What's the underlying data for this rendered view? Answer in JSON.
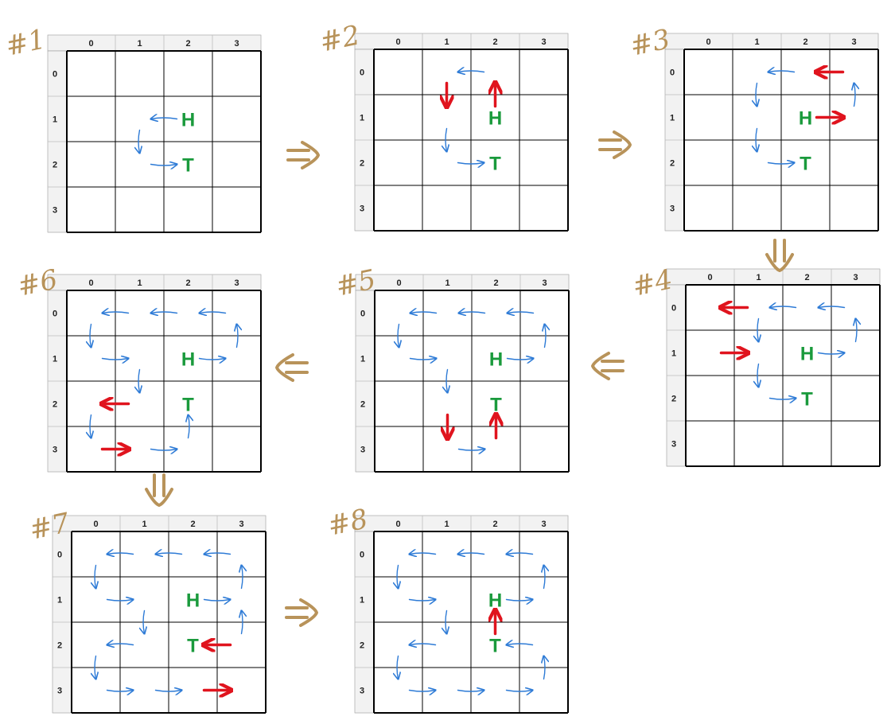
{
  "colors": {
    "blue": "#2e7bd6",
    "red": "#e0141e",
    "green": "#1a9a3c",
    "gold": "#b8935a",
    "grid": "#000000"
  },
  "header_labels": [
    "0",
    "1",
    "2",
    "3"
  ],
  "row_labels": [
    "0",
    "1",
    "2",
    "3"
  ],
  "panels": [
    {
      "label": "#1",
      "head": {
        "row": 1,
        "col": 2
      },
      "tail": {
        "row": 2,
        "col": 2
      },
      "blue_moves": [
        {
          "from": [
            1,
            2
          ],
          "to": [
            1,
            1
          ]
        },
        {
          "from": [
            1,
            1
          ],
          "to": [
            2,
            1
          ]
        },
        {
          "from": [
            2,
            1
          ],
          "to": [
            2,
            2
          ]
        }
      ],
      "red_moves": []
    },
    {
      "label": "#2",
      "head": {
        "row": 1,
        "col": 2
      },
      "tail": {
        "row": 2,
        "col": 2
      },
      "blue_moves": [
        {
          "from": [
            0,
            2
          ],
          "to": [
            0,
            1
          ]
        },
        {
          "from": [
            1,
            1
          ],
          "to": [
            2,
            1
          ]
        },
        {
          "from": [
            2,
            1
          ],
          "to": [
            2,
            2
          ]
        }
      ],
      "red_moves": [
        {
          "from": [
            1,
            2
          ],
          "to": [
            0,
            2
          ]
        },
        {
          "from": [
            0,
            1
          ],
          "to": [
            1,
            1
          ]
        }
      ]
    },
    {
      "label": "#3",
      "head": {
        "row": 1,
        "col": 2
      },
      "tail": {
        "row": 2,
        "col": 2
      },
      "blue_moves": [
        {
          "from": [
            0,
            2
          ],
          "to": [
            0,
            1
          ]
        },
        {
          "from": [
            0,
            1
          ],
          "to": [
            1,
            1
          ]
        },
        {
          "from": [
            1,
            1
          ],
          "to": [
            2,
            1
          ]
        },
        {
          "from": [
            2,
            1
          ],
          "to": [
            2,
            2
          ]
        },
        {
          "from": [
            1,
            3
          ],
          "to": [
            0,
            3
          ]
        }
      ],
      "red_moves": [
        {
          "from": [
            1,
            2
          ],
          "to": [
            1,
            3
          ]
        },
        {
          "from": [
            0,
            3
          ],
          "to": [
            0,
            2
          ]
        }
      ]
    },
    {
      "label": "#4",
      "head": {
        "row": 1,
        "col": 2
      },
      "tail": {
        "row": 2,
        "col": 2
      },
      "blue_moves": [
        {
          "from": [
            0,
            2
          ],
          "to": [
            0,
            1
          ]
        },
        {
          "from": [
            0,
            3
          ],
          "to": [
            0,
            2
          ]
        },
        {
          "from": [
            1,
            3
          ],
          "to": [
            0,
            3
          ]
        },
        {
          "from": [
            1,
            2
          ],
          "to": [
            1,
            3
          ]
        },
        {
          "from": [
            0,
            1
          ],
          "to": [
            1,
            1
          ]
        },
        {
          "from": [
            1,
            1
          ],
          "to": [
            2,
            1
          ]
        },
        {
          "from": [
            2,
            1
          ],
          "to": [
            2,
            2
          ]
        }
      ],
      "red_moves": [
        {
          "from": [
            0,
            1
          ],
          "to": [
            0,
            0
          ]
        },
        {
          "from": [
            1,
            0
          ],
          "to": [
            1,
            1
          ]
        }
      ]
    },
    {
      "label": "#5",
      "head": {
        "row": 1,
        "col": 2
      },
      "tail": {
        "row": 2,
        "col": 2
      },
      "blue_moves": [
        {
          "from": [
            0,
            1
          ],
          "to": [
            0,
            0
          ]
        },
        {
          "from": [
            0,
            2
          ],
          "to": [
            0,
            1
          ]
        },
        {
          "from": [
            0,
            3
          ],
          "to": [
            0,
            2
          ]
        },
        {
          "from": [
            1,
            3
          ],
          "to": [
            0,
            3
          ]
        },
        {
          "from": [
            1,
            2
          ],
          "to": [
            1,
            3
          ]
        },
        {
          "from": [
            0,
            0
          ],
          "to": [
            1,
            0
          ]
        },
        {
          "from": [
            1,
            0
          ],
          "to": [
            1,
            1
          ]
        },
        {
          "from": [
            1,
            1
          ],
          "to": [
            2,
            1
          ]
        },
        {
          "from": [
            3,
            1
          ],
          "to": [
            3,
            2
          ]
        }
      ],
      "red_moves": [
        {
          "from": [
            2,
            1
          ],
          "to": [
            3,
            1
          ]
        },
        {
          "from": [
            3,
            2
          ],
          "to": [
            2,
            2
          ]
        }
      ]
    },
    {
      "label": "#6",
      "head": {
        "row": 1,
        "col": 2
      },
      "tail": {
        "row": 2,
        "col": 2
      },
      "blue_moves": [
        {
          "from": [
            0,
            1
          ],
          "to": [
            0,
            0
          ]
        },
        {
          "from": [
            0,
            2
          ],
          "to": [
            0,
            1
          ]
        },
        {
          "from": [
            0,
            3
          ],
          "to": [
            0,
            2
          ]
        },
        {
          "from": [
            1,
            3
          ],
          "to": [
            0,
            3
          ]
        },
        {
          "from": [
            1,
            2
          ],
          "to": [
            1,
            3
          ]
        },
        {
          "from": [
            0,
            0
          ],
          "to": [
            1,
            0
          ]
        },
        {
          "from": [
            1,
            0
          ],
          "to": [
            1,
            1
          ]
        },
        {
          "from": [
            1,
            1
          ],
          "to": [
            2,
            1
          ]
        },
        {
          "from": [
            2,
            0
          ],
          "to": [
            3,
            0
          ]
        },
        {
          "from": [
            3,
            1
          ],
          "to": [
            3,
            2
          ]
        },
        {
          "from": [
            3,
            2
          ],
          "to": [
            2,
            2
          ]
        }
      ],
      "red_moves": [
        {
          "from": [
            2,
            1
          ],
          "to": [
            2,
            0
          ]
        },
        {
          "from": [
            3,
            0
          ],
          "to": [
            3,
            1
          ]
        }
      ]
    },
    {
      "label": "#7",
      "head": {
        "row": 1,
        "col": 2
      },
      "tail": {
        "row": 2,
        "col": 2
      },
      "blue_moves": [
        {
          "from": [
            0,
            1
          ],
          "to": [
            0,
            0
          ]
        },
        {
          "from": [
            0,
            2
          ],
          "to": [
            0,
            1
          ]
        },
        {
          "from": [
            0,
            3
          ],
          "to": [
            0,
            2
          ]
        },
        {
          "from": [
            1,
            3
          ],
          "to": [
            0,
            3
          ]
        },
        {
          "from": [
            1,
            2
          ],
          "to": [
            1,
            3
          ]
        },
        {
          "from": [
            0,
            0
          ],
          "to": [
            1,
            0
          ]
        },
        {
          "from": [
            1,
            0
          ],
          "to": [
            1,
            1
          ]
        },
        {
          "from": [
            1,
            1
          ],
          "to": [
            2,
            1
          ]
        },
        {
          "from": [
            2,
            1
          ],
          "to": [
            2,
            0
          ]
        },
        {
          "from": [
            2,
            0
          ],
          "to": [
            3,
            0
          ]
        },
        {
          "from": [
            3,
            0
          ],
          "to": [
            3,
            1
          ]
        },
        {
          "from": [
            3,
            1
          ],
          "to": [
            3,
            2
          ]
        },
        {
          "from": [
            2,
            3
          ],
          "to": [
            1,
            3
          ]
        }
      ],
      "red_moves": [
        {
          "from": [
            3,
            2
          ],
          "to": [
            3,
            3
          ]
        },
        {
          "from": [
            2,
            3
          ],
          "to": [
            2,
            2
          ]
        }
      ]
    },
    {
      "label": "#8",
      "head": {
        "row": 1,
        "col": 2
      },
      "tail": {
        "row": 2,
        "col": 2
      },
      "blue_moves": [
        {
          "from": [
            0,
            1
          ],
          "to": [
            0,
            0
          ]
        },
        {
          "from": [
            0,
            2
          ],
          "to": [
            0,
            1
          ]
        },
        {
          "from": [
            0,
            3
          ],
          "to": [
            0,
            2
          ]
        },
        {
          "from": [
            1,
            3
          ],
          "to": [
            0,
            3
          ]
        },
        {
          "from": [
            1,
            2
          ],
          "to": [
            1,
            3
          ]
        },
        {
          "from": [
            0,
            0
          ],
          "to": [
            1,
            0
          ]
        },
        {
          "from": [
            1,
            0
          ],
          "to": [
            1,
            1
          ]
        },
        {
          "from": [
            1,
            1
          ],
          "to": [
            2,
            1
          ]
        },
        {
          "from": [
            2,
            1
          ],
          "to": [
            2,
            0
          ]
        },
        {
          "from": [
            2,
            0
          ],
          "to": [
            3,
            0
          ]
        },
        {
          "from": [
            3,
            0
          ],
          "to": [
            3,
            1
          ]
        },
        {
          "from": [
            3,
            1
          ],
          "to": [
            3,
            2
          ]
        },
        {
          "from": [
            3,
            2
          ],
          "to": [
            3,
            3
          ]
        },
        {
          "from": [
            3,
            3
          ],
          "to": [
            2,
            3
          ]
        },
        {
          "from": [
            2,
            3
          ],
          "to": [
            2,
            2
          ]
        }
      ],
      "red_moves": [
        {
          "from": [
            2,
            2
          ],
          "to": [
            1,
            2
          ]
        }
      ]
    }
  ],
  "transitions": [
    {
      "from": "#1",
      "to": "#2",
      "direction": "right"
    },
    {
      "from": "#2",
      "to": "#3",
      "direction": "right"
    },
    {
      "from": "#3",
      "to": "#4",
      "direction": "down"
    },
    {
      "from": "#4",
      "to": "#5",
      "direction": "left"
    },
    {
      "from": "#5",
      "to": "#6",
      "direction": "left"
    },
    {
      "from": "#6",
      "to": "#7",
      "direction": "down"
    },
    {
      "from": "#7",
      "to": "#8",
      "direction": "right"
    }
  ],
  "head_letter": "H",
  "tail_letter": "T"
}
